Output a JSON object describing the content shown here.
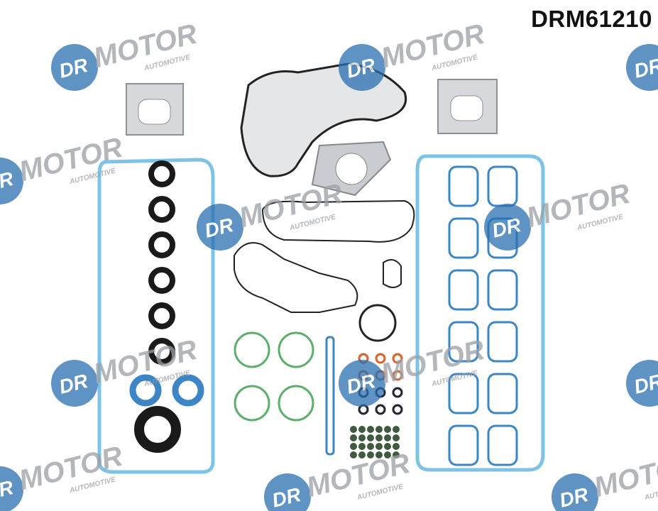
{
  "product_code": "DRM61210",
  "watermark": {
    "brand": "DR.MOTOR",
    "circle_text": "DR",
    "word": "MOTOR",
    "subtitle": "AUTOMOTIVE",
    "circle_color": "#2a6fb0",
    "text_color": "#9aa0a6"
  },
  "colors": {
    "valve_cover_gasket": "#7cc3e6",
    "intake_gasket": "#3d86c6",
    "seal": "#1a1a1a",
    "o_ring_green": "#5cae6a",
    "o_ring_orange": "#d8642a",
    "metal": "#c9ccd0"
  }
}
